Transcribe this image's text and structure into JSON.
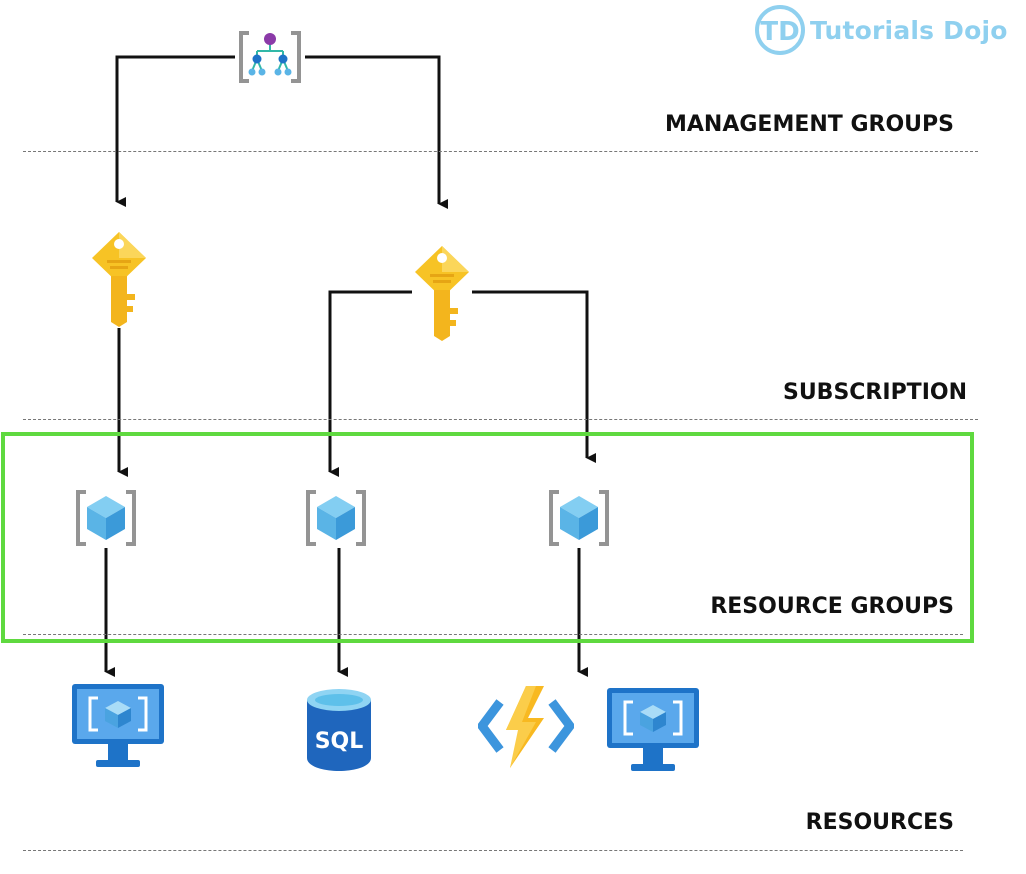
{
  "brand": {
    "badge": "TD",
    "name": "Tutorials Dojo",
    "color": "#8fd0ef"
  },
  "tiers": {
    "management_groups": "MANAGEMENT GROUPS",
    "subscription": "SUBSCRIPTION",
    "resource_groups": "RESOURCE GROUPS",
    "resources": "RESOURCES"
  },
  "icons": {
    "management_group": "management-group-icon",
    "subscription": "subscription-key-icon",
    "resource_group": "resource-group-icon",
    "virtual_machine": "virtual-machine-icon",
    "sql_database": "sql-database-icon",
    "function_app": "function-app-icon"
  },
  "resources": {
    "sql_label": "SQL"
  },
  "colors": {
    "resource_group_frame": "#5fd93f",
    "key": "#f7c325",
    "azure_blue": "#1e73c8",
    "cube": "#5ab4e6",
    "function": "#f8b921"
  }
}
